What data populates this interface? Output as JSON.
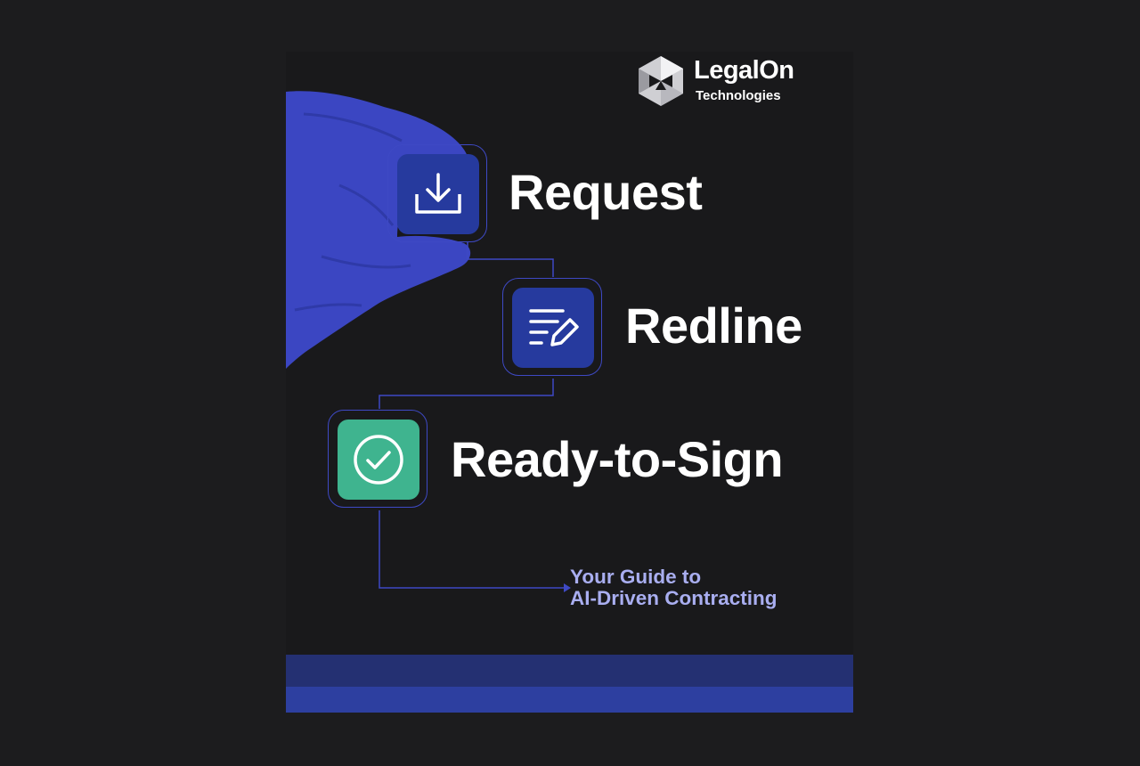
{
  "brand": {
    "name": "LegalOn",
    "sub": "Technologies"
  },
  "steps": [
    {
      "label": "Request",
      "icon": "download-icon",
      "color": "#263a9e"
    },
    {
      "label": "Redline",
      "icon": "edit-lines-icon",
      "color": "#263a9e"
    },
    {
      "label": "Ready-to-Sign",
      "icon": "check-circle-icon",
      "color": "#3fb48f"
    }
  ],
  "tagline": {
    "line1": "Your Guide to",
    "line2": "AI-Driven Contracting"
  },
  "colors": {
    "background": "#19191b",
    "accent_blue": "#263a9e",
    "accent_green": "#3fb48f",
    "tagline": "#a9aef0"
  }
}
